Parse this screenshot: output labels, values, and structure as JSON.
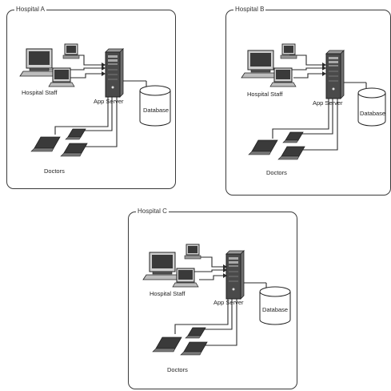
{
  "panels": [
    {
      "title": "Hospital A",
      "staff_label": "Hospital Staff",
      "server_label": "App Server",
      "database_label": "Database",
      "doctors_label": "Doctors"
    },
    {
      "title": "Hospital B",
      "staff_label": "Hospital Staff",
      "server_label": "App Server",
      "database_label": "Database",
      "doctors_label": "Doctors"
    },
    {
      "title": "Hospital C",
      "staff_label": "Hospital Staff",
      "server_label": "App Server",
      "database_label": "Database",
      "doctors_label": "Doctors"
    }
  ],
  "icons": {
    "workstation": "desktop-computer-icon",
    "server": "server-tower-icon",
    "database": "database-cylinder-icon",
    "laptop": "laptop-icon"
  }
}
